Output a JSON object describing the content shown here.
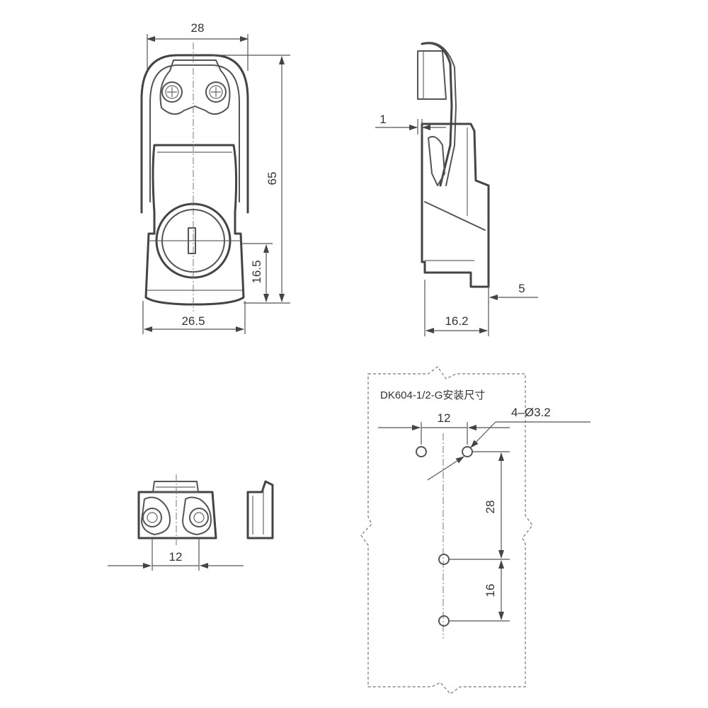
{
  "front_view": {
    "dim_width_top": "28",
    "dim_height_total": "65",
    "dim_height_lower": "16.5",
    "dim_width_bottom": "26.5"
  },
  "side_view": {
    "dim_gap": "1",
    "dim_offset": "5",
    "dim_depth": "16.2"
  },
  "keeper_view": {
    "dim_hole_spacing": "12"
  },
  "mounting": {
    "title": "DK604-1/2-G安装尺寸",
    "dim_hole_spacing_h": "12",
    "hole_callout": "4–Ø3.2",
    "dim_vertical_upper": "28",
    "dim_vertical_lower": "16"
  }
}
